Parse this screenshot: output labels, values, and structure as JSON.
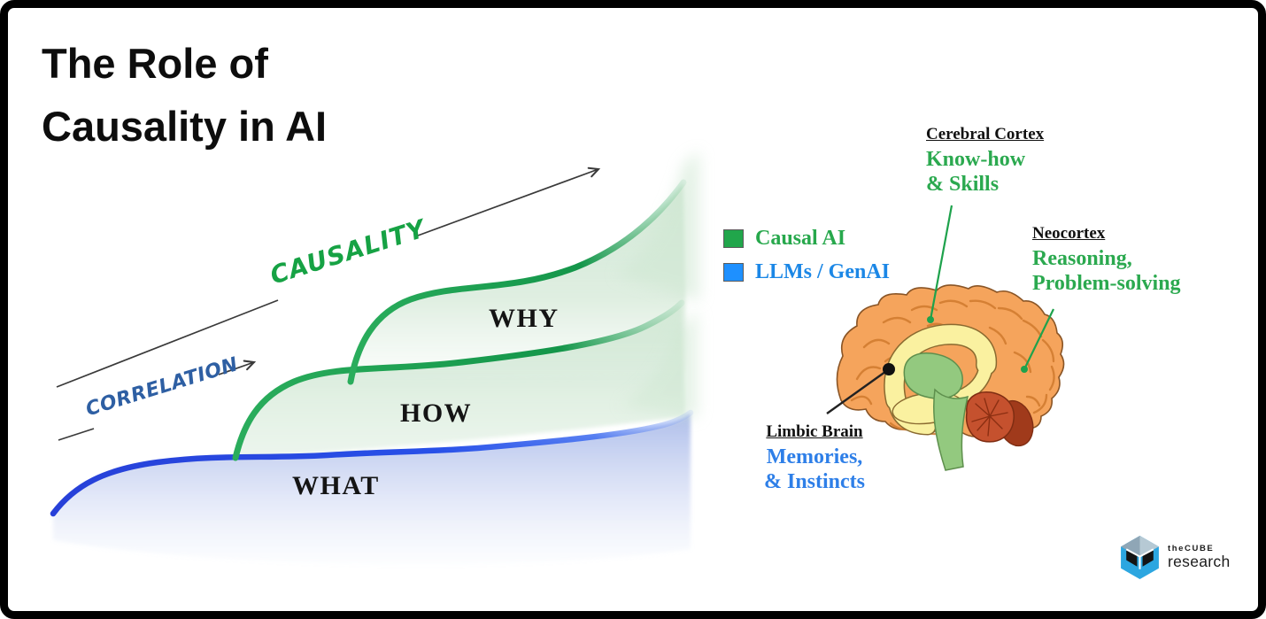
{
  "slide": {
    "title_line1": "The Role of",
    "title_line2": "Causality in AI"
  },
  "maturity_diagram": {
    "causality_label": "CAUSALITY",
    "correlation_label": "CORRELATION",
    "stage_why": "WHY",
    "stage_how": "HOW",
    "stage_what": "WHAT",
    "colors": {
      "causality_text": "#16A244",
      "correlation_text": "#2E5FA3",
      "green_curve": "#18A04B",
      "blue_curve": "#2847E0",
      "green_fill": "#D5EAD8",
      "blue_fill": "#B3C2EC"
    }
  },
  "legend": {
    "items": [
      {
        "label": "Causal AI",
        "swatch_color": "#21A64B",
        "text_color": "#27A84C"
      },
      {
        "label": "LLMs / GenAI",
        "swatch_color": "#1E90FF",
        "text_color": "#1B87E6"
      }
    ]
  },
  "brain_figure": {
    "regions": [
      {
        "name": "Cerebral Cortex",
        "line1": "Know-how",
        "line2": "& Skills",
        "text_color": "#2BA94F"
      },
      {
        "name": "Neocortex",
        "line1": "Reasoning,",
        "line2": "Problem-solving",
        "text_color": "#2BA94F"
      },
      {
        "name": "Limbic Brain",
        "line1": "Memories,",
        "line2": "& Instincts",
        "text_color": "#2E7FE8"
      }
    ]
  },
  "logo": {
    "brand": "theCUBE",
    "sub_brand": "research"
  }
}
